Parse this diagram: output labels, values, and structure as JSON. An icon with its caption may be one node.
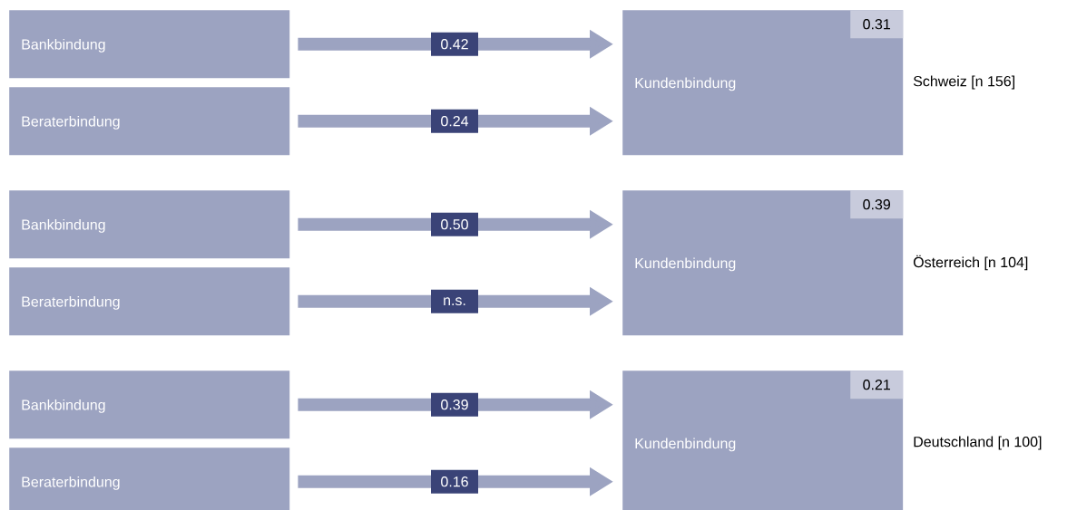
{
  "diagram": {
    "nodes": [
      {
        "text": [
          "Bankbindung"
        ]
      },
      {
        "text": [
          "Beraterbindung"
        ]
      },
      {
        "text": [
          "Kundenbindung"
        ],
        "beside": [
          "Schweiz [n 156]"
        ]
      },
      {
        "text": [
          "0.31"
        ],
        "in": 2
      },
      {
        "text": [
          "Bankbindung"
        ]
      },
      {
        "text": [
          "Beraterbindung"
        ]
      },
      {
        "text": [
          "Kundenbindung"
        ],
        "beside": [
          "Österreich [n 104]"
        ]
      },
      {
        "text": [
          "0.39"
        ],
        "in": 6
      },
      {
        "text": [
          "Bankbindung"
        ]
      },
      {
        "text": [
          "Beraterbindung"
        ]
      },
      {
        "text": [
          "Kundenbindung"
        ],
        "beside": [
          "Deutschland [n 100]"
        ]
      },
      {
        "text": [
          "0.21"
        ],
        "in": 10
      }
    ],
    "edges": [
      {
        "from": 0,
        "to": 2,
        "arrow": "to",
        "label": "0.42"
      },
      {
        "from": 1,
        "to": 2,
        "arrow": "to",
        "label": "0.24"
      },
      {
        "from": 4,
        "to": 6,
        "arrow": "to",
        "label": "0.50"
      },
      {
        "from": 5,
        "to": 6,
        "arrow": "to",
        "label": "n.s."
      },
      {
        "from": 8,
        "to": 10,
        "arrow": "to",
        "label": "0.39"
      },
      {
        "from": 9,
        "to": 10,
        "arrow": "to",
        "label": "0.16"
      }
    ]
  }
}
